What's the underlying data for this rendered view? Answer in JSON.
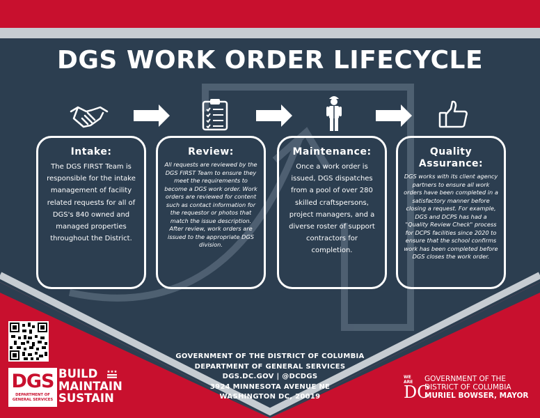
{
  "title": "DGS WORK ORDER LIFECYCLE",
  "colors": {
    "navy": "#2c3e50",
    "red": "#c8102e",
    "silver": "#c6ccd2",
    "white": "#ffffff"
  },
  "steps": [
    {
      "heading": "Intake:",
      "icon": "handshake-icon",
      "body": "The DGS FIRST Team is responsible for the intake management of facility related requests for all of DGS's 840 owned and managed properties throughout the District."
    },
    {
      "heading": "Review:",
      "icon": "clipboard-checklist-icon",
      "body": "All requests are reviewed by the DGS FIRST Team to ensure they meet the requirements to become a DGS work order. Work orders are reviewed for content such as contact information for the requestor or photos that match the issue description. After review, work orders are issued to the appropriate DGS division."
    },
    {
      "heading": "Maintenance:",
      "icon": "worker-icon",
      "body": "Once a work order is issued, DGS dispatches from a pool of over 280 skilled craftspersons, project managers, and a diverse roster of support contractors for completion."
    },
    {
      "heading": "Quality Assurance:",
      "icon": "thumbs-up-icon",
      "body": "DGS works with its client agency partners to ensure all work orders have been completed in a satisfactory manner before closing a request. For example, DGS and DCPS has had a \"Quality Review Check\" process for DCPS facilities since 2020 to ensure that the school confirms work has been completed before DGS closes the work order."
    }
  ],
  "footer": {
    "line1": "GOVERNMENT OF THE DISTRICT OF COLUMBIA",
    "line2": "DEPARTMENT OF GENERAL SERVICES",
    "line3": "DGS.DC.GOV | @DCDGS",
    "line4": "3924 MINNESOTA AVENUE NE",
    "line5": "WASHINGTON DC, 20019"
  },
  "dgs_logo": {
    "letters": "DGS",
    "subtitle_1": "DEPARTMENT OF",
    "subtitle_2": "GENERAL SERVICES"
  },
  "slogan": {
    "line1": "BUILD",
    "line2": "MAINTAIN",
    "line3": "SUSTAIN"
  },
  "dc_gov": {
    "we_are": "WE ARE",
    "dc": "DC",
    "line1": "GOVERNMENT OF THE",
    "line2": "DISTRICT OF COLUMBIA",
    "mayor": "MURIEL BOWSER, MAYOR"
  }
}
